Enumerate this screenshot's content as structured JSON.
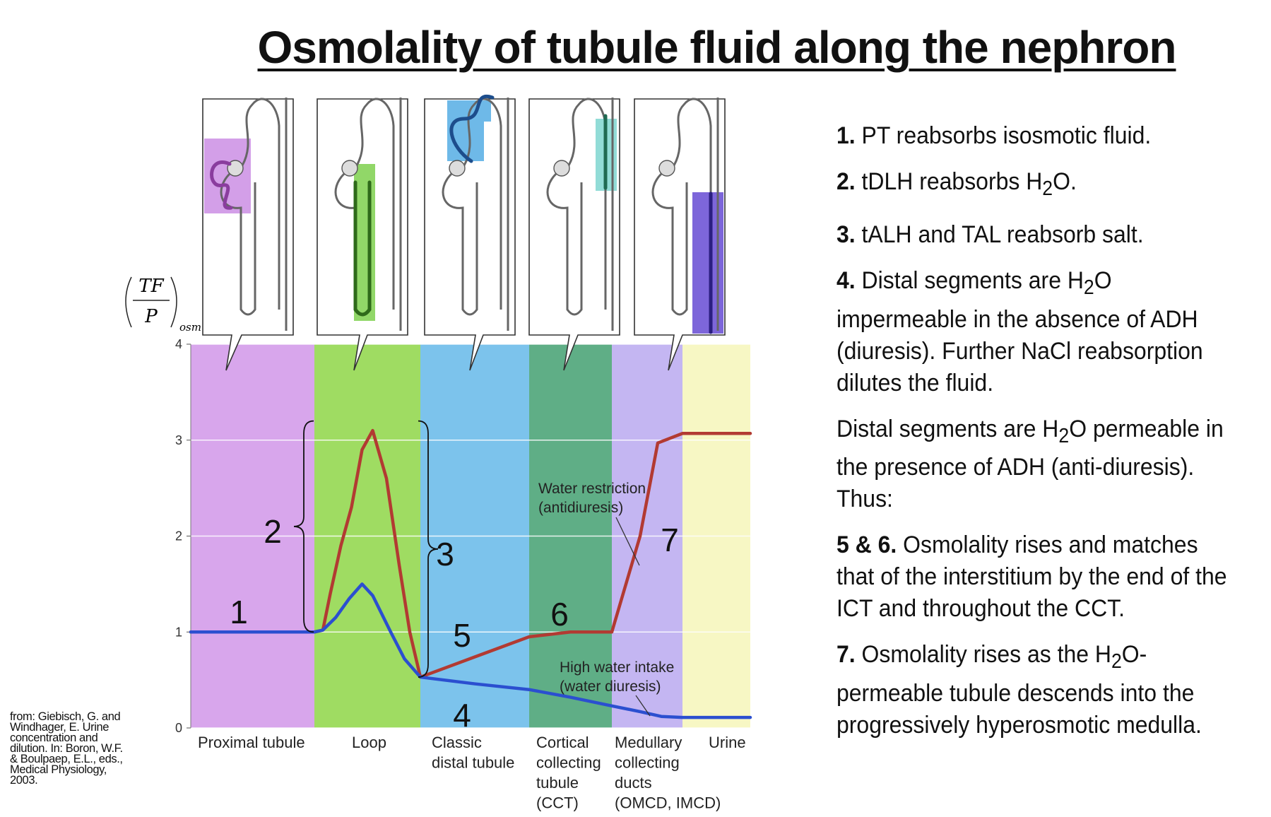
{
  "title": "Osmolality of tubule fluid along the nephron",
  "chart_data": {
    "type": "line",
    "ylabel_tf": "TF",
    "ylabel_p": "P",
    "ylabel_sub": "osm",
    "ylim": [
      0,
      4
    ],
    "yticks": [
      "0",
      "1",
      "2",
      "3",
      "4"
    ],
    "segments": [
      {
        "label": [
          "Proximal tubule"
        ],
        "color": "#d8a6ec"
      },
      {
        "label": [
          "Loop"
        ],
        "color": "#9fdc62"
      },
      {
        "label": [
          "Classic",
          "distal tubule"
        ],
        "color": "#7cc3ec"
      },
      {
        "label": [
          "Cortical",
          "collecting",
          "tubule",
          "(CCT)"
        ],
        "color": "#5fae86"
      },
      {
        "label": [
          "Medullary",
          "collecting",
          "ducts",
          "(OMCD, IMCD)"
        ],
        "color": "#c4b6f2"
      },
      {
        "label": [
          "Urine"
        ],
        "color": "#f7f7c4"
      }
    ],
    "series": [
      {
        "name": "Water restriction (antidiuresis)",
        "color": "#b23a32",
        "x": [
          0,
          1.0,
          1.08,
          1.15,
          1.25,
          1.35,
          1.45,
          1.55,
          1.68,
          1.8,
          1.9,
          2.0,
          2.0,
          2.5,
          3.0,
          3.5,
          3.8,
          4.0,
          4.4,
          4.65,
          5.0,
          5.5,
          6.0
        ],
        "y": [
          1.0,
          1.0,
          1.02,
          1.4,
          1.9,
          2.3,
          2.9,
          3.1,
          2.6,
          1.7,
          1.0,
          0.53,
          0.53,
          0.74,
          0.95,
          1.0,
          1.0,
          1.0,
          2.0,
          2.97,
          3.07,
          3.07,
          3.07
        ]
      },
      {
        "name": "High water intake (water diuresis)",
        "color": "#2b4fd0",
        "x": [
          0,
          1.0,
          1.08,
          1.2,
          1.33,
          1.45,
          1.55,
          1.72,
          1.85,
          2.0,
          2.5,
          3.0,
          3.5,
          4.0,
          4.4,
          4.7,
          5.0,
          5.5,
          6.0
        ],
        "y": [
          1.0,
          1.0,
          1.02,
          1.15,
          1.35,
          1.5,
          1.38,
          1.0,
          0.72,
          0.53,
          0.46,
          0.4,
          0.32,
          0.23,
          0.17,
          0.12,
          0.11,
          0.11,
          0.11
        ]
      }
    ],
    "annotations": {
      "water_restriction": [
        "Water restriction",
        "(antidiuresis)"
      ],
      "water_diuresis": [
        "High water intake",
        "(water diuresis)"
      ]
    },
    "markers": [
      "1",
      "2",
      "3",
      "4",
      "5",
      "6",
      "7"
    ]
  },
  "notes": {
    "n1_bold": "1.",
    "n1_text": " PT reabsorbs isosmotic fluid.",
    "n2_bold": "2.",
    "n2_text": " tDLH reabsorbs H",
    "n2_sub": "2",
    "n2_end": "O.",
    "n3_bold": "3.",
    "n3_text": " tALH and TAL reabsorb salt.",
    "n4_bold": "4.",
    "n4_text": " Distal segments are H",
    "n4_sub": "2",
    "n4_end": "O impermeable in the absence of ADH (diuresis).  Further NaCl reabsorption dilutes the fluid.",
    "p5_text": "Distal segments are H",
    "p5_sub": "2",
    "p5_end": "O permeable in the presence of ADH (anti-diuresis). Thus:",
    "n56_bold": "5 & 6.",
    "n56_text": " Osmolality rises and matches that of the interstitium by the end of the ICT and throughout the CCT.",
    "n7_bold": "7.",
    "n7_text": " Osmolality rises as the H",
    "n7_sub": "2",
    "n7_end": "O-permeable tubule descends into the progressively hyperosmotic medulla."
  },
  "citation": "from: Giebisch, G. and Windhager, E. Urine concentration and dilution. In: Boron, W.F. & Boulpaep, E.L., eds., Medical Physiology, 2003."
}
